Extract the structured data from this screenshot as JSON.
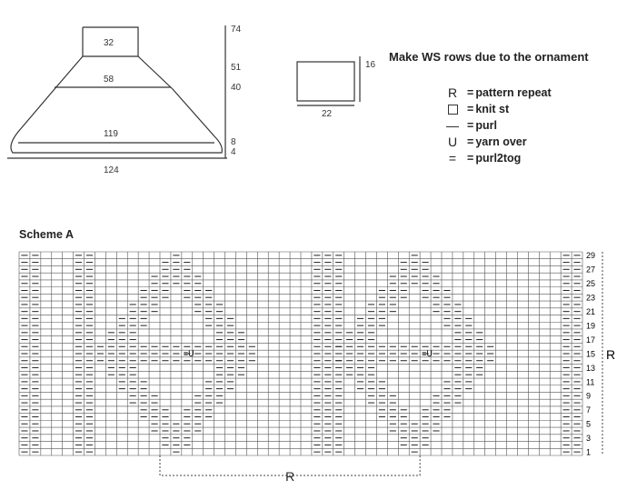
{
  "diagram": {
    "body_piece": {
      "neck_width": "32",
      "upper_width": "58",
      "lower_width": "119",
      "bottom_width": "124",
      "height_total": "74",
      "height_51": "51",
      "height_40": "40",
      "height_8": "8",
      "height_4": "4"
    },
    "small_piece": {
      "width": "22",
      "height": "16"
    }
  },
  "instructions": {
    "ws_note": "Make WS rows due to the ornament"
  },
  "legend": [
    {
      "symbol": "R",
      "icon": "pattern-repeat-icon",
      "label": "pattern repeat"
    },
    {
      "symbol": "",
      "icon": "knit-stitch-icon",
      "label": "knit st"
    },
    {
      "symbol": "—",
      "icon": "purl-icon",
      "label": "purl"
    },
    {
      "symbol": "U",
      "icon": "yarn-over-icon",
      "label": "yarn over"
    },
    {
      "symbol": "=",
      "icon": "purl2tog-icon",
      "label": "purl2tog"
    }
  ],
  "scheme": {
    "title": "Scheme A",
    "row_labels": [
      "29",
      "27",
      "25",
      "23",
      "21",
      "19",
      "17",
      "15",
      "13",
      "11",
      "9",
      "7",
      "5",
      "3",
      "1"
    ],
    "repeat_side_label": "R",
    "repeat_bottom_label": "R",
    "columns": 52,
    "rows": 29
  }
}
